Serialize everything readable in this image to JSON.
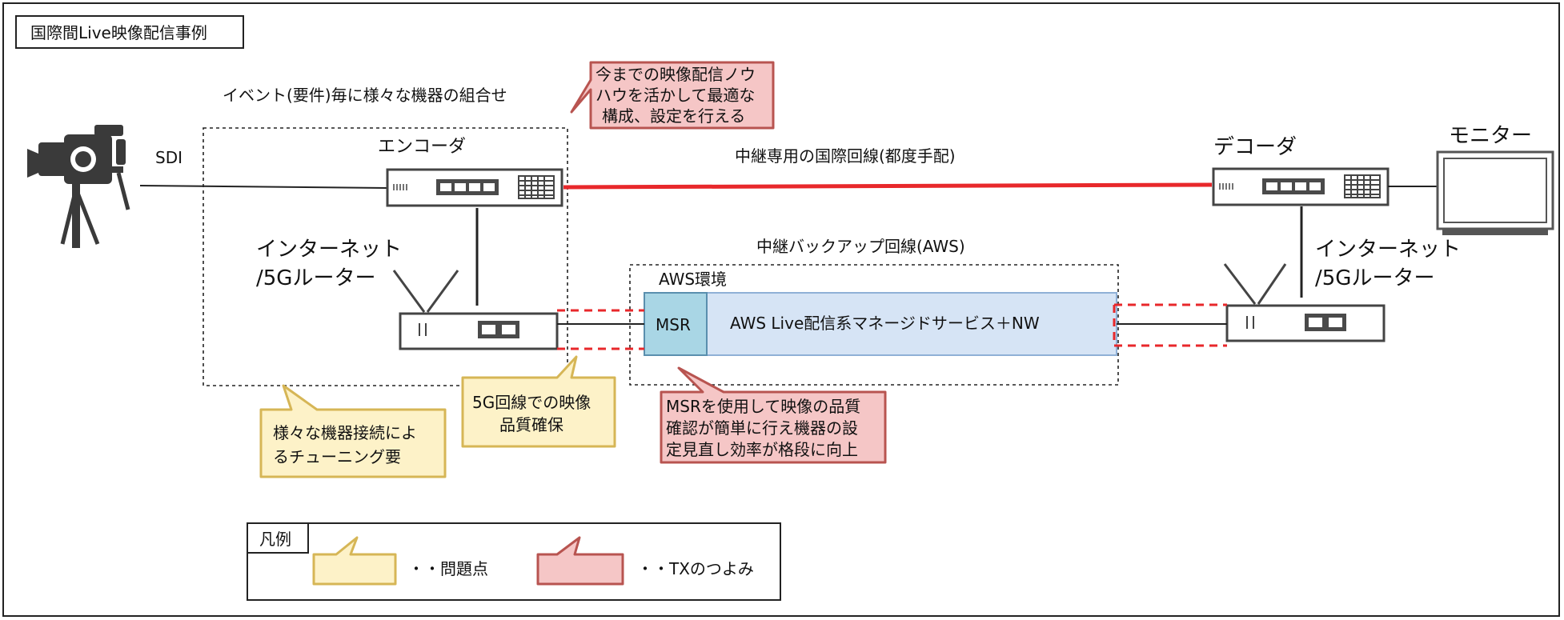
{
  "title": "国際間Live映像配信事例",
  "labels": {
    "event_combo": "イベント(要件)毎に様々な機器の組合せ",
    "sdi": "SDI",
    "encoder": "エンコーダ",
    "decoder": "デコーダ",
    "monitor": "モニター",
    "intl_line": "中継専用の国際回線(都度手配)",
    "backup_line": "中継バックアップ回線(AWS)",
    "aws_env": "AWS環境",
    "msr": "MSR",
    "aws_service": "AWS Live配信系マネージドサービス＋NW",
    "router_left": [
      "インターネット",
      "/5Gルーター"
    ],
    "router_right": [
      "インターネット",
      "/5Gルーター"
    ]
  },
  "callouts": {
    "tx_know_how": [
      "今までの映像配信ノウ",
      "ハウを活かして最適な",
      "構成、設定を行える"
    ],
    "issue_tuning": [
      "様々な機器接続によ",
      "るチューニング要"
    ],
    "issue_5g": [
      "5G回線での映像",
      "品質確保"
    ],
    "tx_msr": [
      "MSRを使用して映像の品質",
      "確認が簡単に行え機器の設",
      "定見直し効率が格段に向上"
    ]
  },
  "legend": {
    "title": "凡例",
    "issue": "・・問題点",
    "strength": "・・TXのつよみ"
  },
  "colors": {
    "issue_fill": "#fdf2c8",
    "issue_stroke": "#d6b656",
    "tx_fill": "#f5c6c6",
    "tx_stroke": "#b85450",
    "aws_fill": "#d6e4f5",
    "aws_stroke": "#8fb0d6",
    "msr_fill": "#a9d6e5",
    "intl_line": "#e8282b",
    "device_stroke": "#444444"
  }
}
